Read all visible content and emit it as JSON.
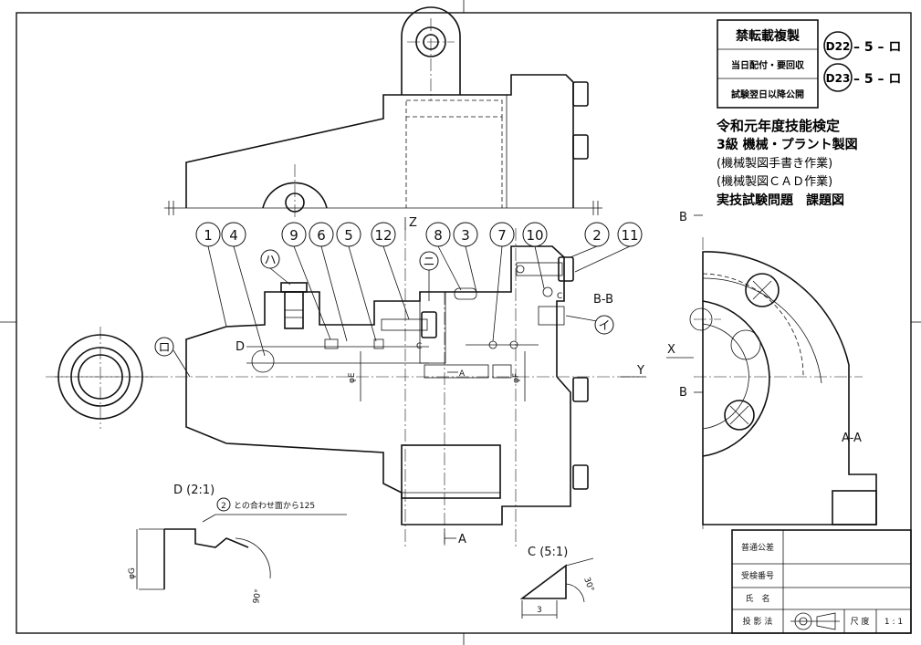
{
  "stamp": {
    "row1": "禁転載複製",
    "row2": "当日配付・要回収",
    "row3": "試験翌日以降公開",
    "code1": {
      "circle": "D22",
      "suffix": "– 5 – ロ"
    },
    "code2": {
      "circle": "D23",
      "suffix": "– 5 – ロ"
    }
  },
  "title": {
    "line1": "令和元年度技能検定",
    "line2": "3級 機械・プラント製図",
    "line3": "(機械製図手書き作業)",
    "line4": "(機械製図ＣＡＤ作業)",
    "line5": "実技試験問題　課題図"
  },
  "balloons": [
    "1",
    "4",
    "9",
    "6",
    "5",
    "12",
    "8",
    "3",
    "7",
    "10",
    "2",
    "11"
  ],
  "markers": {
    "ha": "ハ",
    "ro": "ロ",
    "ni": "ニ",
    "i": "イ"
  },
  "labels": {
    "z": "Z",
    "y": "Y",
    "x": "X",
    "bb_top": "B",
    "bb_bottom": "B",
    "bb_section": "B-B",
    "aa_section": "A-A",
    "a_top": "A",
    "a_bottom": "A",
    "d_mark": "D",
    "c_mark1": "C",
    "c_mark2": "C",
    "phi_e": "φE",
    "phi_f": "φF",
    "phi_g": "φG"
  },
  "detail_d": {
    "title": "D (2:1)",
    "note_circle": "2",
    "note_text": "との合わせ面から125",
    "angle": "90°"
  },
  "detail_c": {
    "title": "C (5:1)",
    "angle": "30°",
    "dim": "3"
  },
  "titleblock": {
    "rows": [
      {
        "label": "普通公差",
        "value": ""
      },
      {
        "label": "受検番号",
        "value": ""
      },
      {
        "label": "氏　名",
        "value": ""
      }
    ],
    "projection_label": "投 影 法",
    "scale_label": "尺 度",
    "scale_value": "1 : 1"
  }
}
